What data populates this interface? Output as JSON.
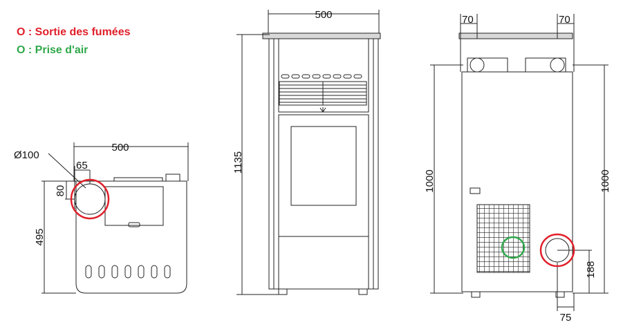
{
  "legend": {
    "smoke_outlet": "O : Sortie des fumées",
    "air_intake": "O : Prise d'air"
  },
  "colors": {
    "smoke_outlet": "#e0202a",
    "air_intake": "#2fa84a",
    "line": "#222222"
  },
  "top_view": {
    "width": "500",
    "pipe_diameter": "Ø100",
    "offset_x": "65",
    "offset_y": "80",
    "depth": "495"
  },
  "front_view": {
    "width": "500",
    "height": "1135"
  },
  "back_view": {
    "left_pipe": "70",
    "right_pipe": "70",
    "height_left": "1000",
    "height_right": "1000",
    "outlet_height": "188",
    "outlet_offset": "75"
  }
}
